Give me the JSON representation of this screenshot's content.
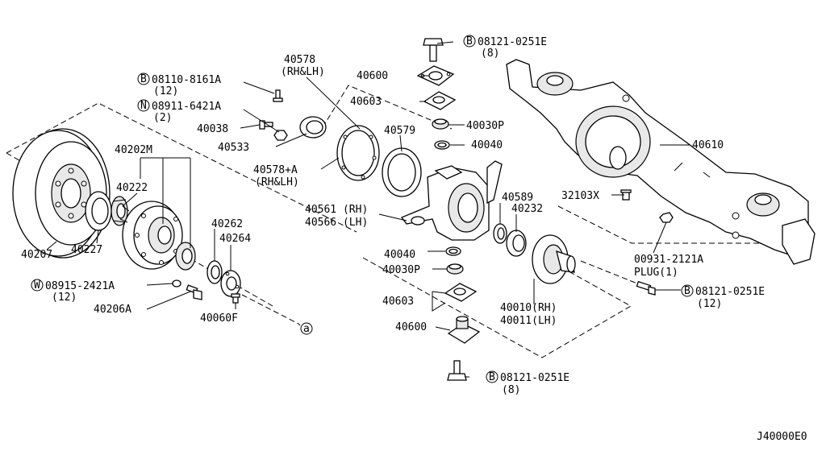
{
  "diagram_code": "J40000E0",
  "ref_circle_letter": "a",
  "callouts": [
    {
      "id": "c1",
      "prefix": "B",
      "code": "08121-0251E",
      "qty": "(8)"
    },
    {
      "id": "c2",
      "prefix": "",
      "code": "40578",
      "qty": "(RH&LH)"
    },
    {
      "id": "c3",
      "prefix": "",
      "code": "40600",
      "qty": ""
    },
    {
      "id": "c4",
      "prefix": "B",
      "code": "08110-8161A",
      "qty": "(12)"
    },
    {
      "id": "c5",
      "prefix": "",
      "code": "40603",
      "qty": ""
    },
    {
      "id": "c6",
      "prefix": "N",
      "code": "08911-6421A",
      "qty": "(2)"
    },
    {
      "id": "c7",
      "prefix": "",
      "code": "40030P",
      "qty": ""
    },
    {
      "id": "c8",
      "prefix": "",
      "code": "40038",
      "qty": ""
    },
    {
      "id": "c9",
      "prefix": "",
      "code": "40533",
      "qty": ""
    },
    {
      "id": "c10",
      "prefix": "",
      "code": "40579",
      "qty": ""
    },
    {
      "id": "c11",
      "prefix": "",
      "code": "40040",
      "qty": ""
    },
    {
      "id": "c12",
      "prefix": "",
      "code": "40610",
      "qty": ""
    },
    {
      "id": "c13",
      "prefix": "",
      "code": "40202M",
      "qty": ""
    },
    {
      "id": "c14",
      "prefix": "",
      "code": "40578+A",
      "qty": "(RH&LH)"
    },
    {
      "id": "c15",
      "prefix": "",
      "code": "40222",
      "qty": ""
    },
    {
      "id": "c16",
      "prefix": "",
      "code": "40589",
      "qty": ""
    },
    {
      "id": "c17",
      "prefix": "",
      "code": "32103X",
      "qty": ""
    },
    {
      "id": "c18",
      "prefix": "",
      "code": "40232",
      "qty": ""
    },
    {
      "id": "c19",
      "prefix": "",
      "code": "40561 (RH)",
      "qty": ""
    },
    {
      "id": "c20",
      "prefix": "",
      "code": "40566 (LH)",
      "qty": ""
    },
    {
      "id": "c21",
      "prefix": "",
      "code": "40262",
      "qty": ""
    },
    {
      "id": "c22",
      "prefix": "",
      "code": "40264",
      "qty": ""
    },
    {
      "id": "c23",
      "prefix": "",
      "code": "40207",
      "qty": ""
    },
    {
      "id": "c24",
      "prefix": "",
      "code": "40227",
      "qty": ""
    },
    {
      "id": "c25",
      "prefix": "",
      "code": "40040",
      "qty": ""
    },
    {
      "id": "c26",
      "prefix": "",
      "code": "00931-2121A",
      "qty": "PLUG(1)"
    },
    {
      "id": "c27",
      "prefix": "",
      "code": "40030P",
      "qty": ""
    },
    {
      "id": "c28",
      "prefix": "W",
      "code": "08915-2421A",
      "qty": "(12)"
    },
    {
      "id": "c29",
      "prefix": "B",
      "code": "08121-0251E",
      "qty": "(12)"
    },
    {
      "id": "c30",
      "prefix": "",
      "code": "40206A",
      "qty": ""
    },
    {
      "id": "c31",
      "prefix": "",
      "code": "40603",
      "qty": ""
    },
    {
      "id": "c32",
      "prefix": "",
      "code": "40010(RH)",
      "qty": "40011(LH)"
    },
    {
      "id": "c33",
      "prefix": "",
      "code": "40060F",
      "qty": ""
    },
    {
      "id": "c34",
      "prefix": "",
      "code": "40600",
      "qty": ""
    },
    {
      "id": "c35",
      "prefix": "B",
      "code": "08121-0251E",
      "qty": "(8)"
    }
  ]
}
